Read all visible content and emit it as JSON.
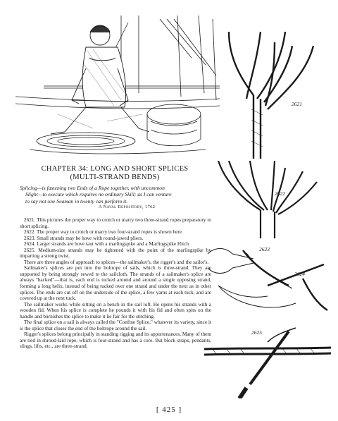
{
  "chapter": {
    "title_line1": "CHAPTER 34: LONG AND SHORT SPLICES",
    "title_line2": "(MULTI-STRAND BENDS)"
  },
  "epigraph": {
    "lines": [
      "Splicing—is fastening two Ends of a Rope together, with uncommon",
      "Slight—to execute which requires no ordinary Skill; as I can venture",
      "to say not one Seaman in twenty can perform it."
    ],
    "source": "A Naval Repository, 1762"
  },
  "paragraphs": [
    "2621. This pictures the proper way to crotch or marry two three-strand ropes preparatory to short splicing.",
    "2622. The proper way to crotch or marry two four-strand ropes is shown here.",
    "2623. Small strands may be hove with round-jawed pliers.",
    "2624. Larger strands are hove taut with a marlingspike and a Marlingspike Hitch.",
    "2625. Medium-size strands may be tightened with the point of the marlingspike by imparting a strong twist.",
    "There are three angles of approach to splices—the sailmaker's, the rigger's and the sailor's.",
    "Sailmaker's splices are put into the boltrope of sails, which is three-strand. They are supported by being strongly sewed to the sailcloth. The strands of a sailmaker's splice are always \"backed\"—that is, each end is tucked around and around a single opposing strand, forming a long helix, instead of being tucked over one strand and under the next as in other splices. The ends are cut off on the underside of the splice, a few yarns at each tuck, and are covered up at the next tuck.",
    "The sailmaker works while sitting on a bench in the sail loft. He opens his strands with a wooden fid. When his splice is complete he pounds it with his fid and often spits on the handle and burnishes the splice to make it lie fair for the stitching.",
    "The final splice on a sail is always called the \"Confine Splice,\" whatever its variety, since it is the splice that closes the end of the boltrope around the sail.",
    "Rigger's splices belong principally in standing rigging and its appurtenances. Many of them are tied in shroud-laid rope, which is four-strand and has a core. But block straps, pendants, slings, lifts, etc., are three-strand."
  ],
  "figures": {
    "fig1_label": "2621",
    "fig2_label": "2622",
    "fig3_label": "2623",
    "fig4_label": "2624",
    "fig5_label": "2625"
  },
  "page_number": "[ 425 ]"
}
